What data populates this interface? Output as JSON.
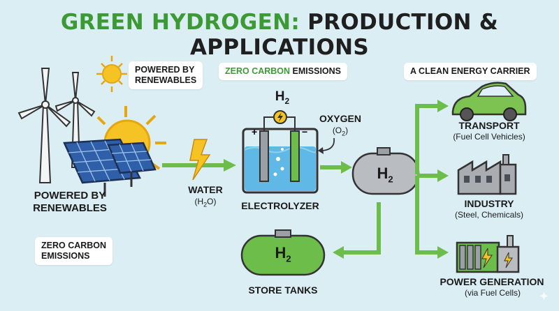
{
  "title": {
    "green_part": "GREEN HYDROGEN:",
    "dark_part": "PRODUCTION & APPLICATIONS"
  },
  "badges": {
    "powered_top": "POWERED BY\nRENEWABLES",
    "zero_carbon_top_green": "ZERO CARBON",
    "zero_carbon_top_dark": "EMISSIONS",
    "clean_carrier": "A CLEAN ENERGY CARRIER",
    "zero_carbon_bottom": "ZERO CARBON\nEMISSIONS"
  },
  "labels": {
    "powered_main": "POWERED BY\nRENEWABLES",
    "water": "WATER",
    "water_formula": "(H",
    "water_formula_sub": "2",
    "water_formula_end": "O)",
    "electrolyzer": "ELECTROLYZER",
    "h2_top": "H",
    "h2_top_sub": "2",
    "oxygen": "OXYGEN",
    "oxygen_formula": "(O",
    "oxygen_formula_sub": "2",
    "oxygen_formula_end": ")",
    "tank_h": "H",
    "tank_sub": "2",
    "store_tank_h": "H",
    "store_tank_sub": "2",
    "store_tanks": "STORE TANKS",
    "transport": "TRANSPORT",
    "transport_sub": "(Fuel Cell Vehicles)",
    "industry": "INDUSTRY",
    "industry_sub": "(Steel, Chemicals)",
    "power_gen": "POWER GENERATION",
    "power_gen_sub": "(via Fuel Cells)"
  },
  "colors": {
    "background": "#dbeef4",
    "accent_green": "#3c9a35",
    "arrow_green": "#6cbd4a",
    "solar_blue": "#2f5fa8",
    "water_blue": "#5fb8e6",
    "sun_yellow": "#f6c324",
    "tank_gray": "#b9bcc0"
  },
  "icons": [
    "sun-icon",
    "wind-turbine-icon",
    "solar-panel-icon",
    "lightning-icon",
    "electrolyzer-icon",
    "hydrogen-tank-icon",
    "car-icon",
    "factory-icon",
    "fuel-cell-icon",
    "storage-tank-icon",
    "sparkle-icon"
  ]
}
